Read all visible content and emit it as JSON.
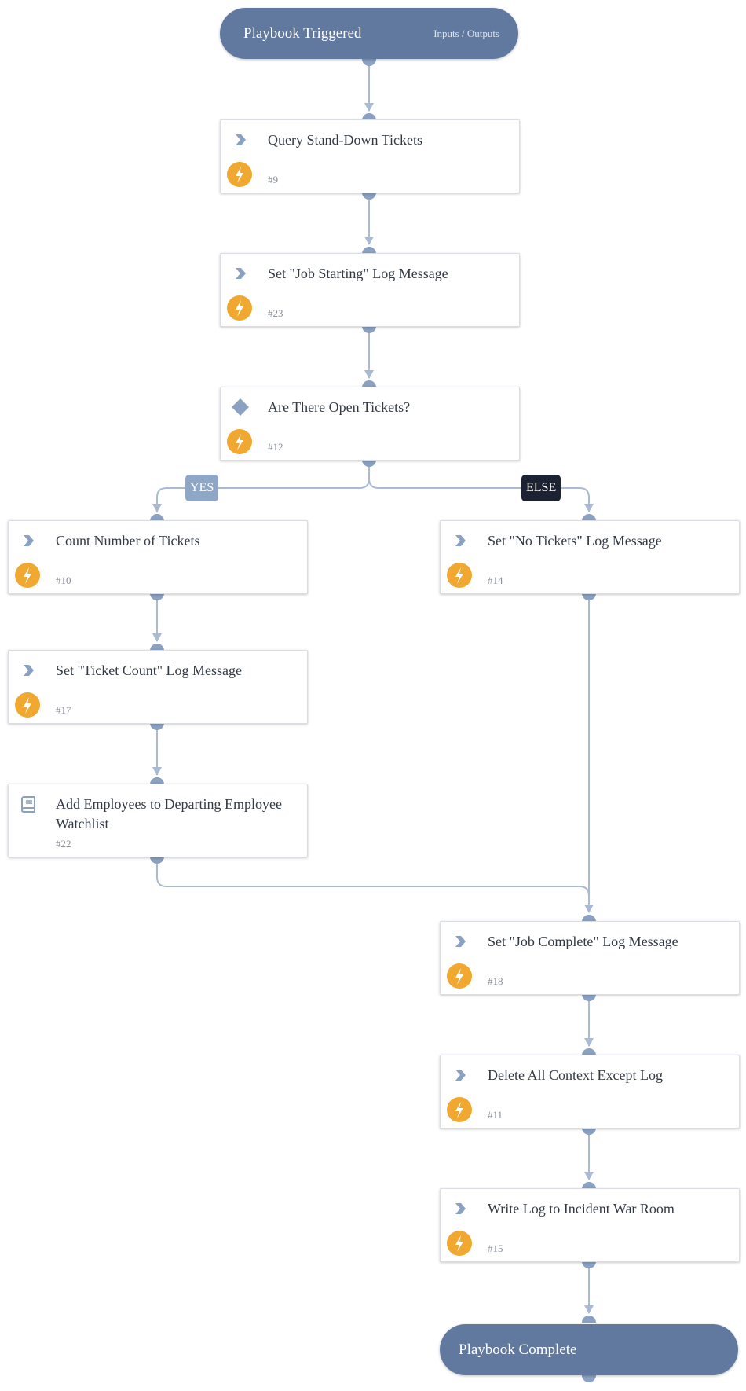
{
  "start": {
    "title": "Playbook Triggered",
    "io_label": "Inputs / Outputs"
  },
  "end": {
    "title": "Playbook Complete"
  },
  "tasks": {
    "t9": {
      "name": "Query Stand-Down Tickets",
      "id": "#9",
      "icon": "chevron-icon"
    },
    "t23": {
      "name": "Set \"Job Starting\" Log Message",
      "id": "#23",
      "icon": "chevron-icon"
    },
    "t12": {
      "name": "Are There Open Tickets?",
      "id": "#12",
      "icon": "condition-diamond-icon"
    },
    "t10": {
      "name": "Count Number of Tickets",
      "id": "#10",
      "icon": "chevron-icon"
    },
    "t14": {
      "name": "Set \"No Tickets\" Log Message",
      "id": "#14",
      "icon": "chevron-icon"
    },
    "t17": {
      "name": "Set \"Ticket Count\" Log Message",
      "id": "#17",
      "icon": "chevron-icon"
    },
    "t22": {
      "name": "Add Employees to Departing Employee Watchlist",
      "id": "#22",
      "icon": "sub-playbook-book-icon"
    },
    "t18": {
      "name": "Set \"Job Complete\" Log Message",
      "id": "#18",
      "icon": "chevron-icon"
    },
    "t11": {
      "name": "Delete All Context Except Log",
      "id": "#11",
      "icon": "chevron-icon"
    },
    "t15": {
      "name": "Write Log to Incident War Room",
      "id": "#15",
      "icon": "chevron-icon"
    }
  },
  "branches": {
    "yes": "YES",
    "else": "ELSE"
  },
  "colors": {
    "header": "#62799f",
    "connector": "#a9bad2",
    "port": "#8aa1c1",
    "automation": "#f0a830",
    "else_badge": "#1c2231",
    "yes_badge": "#8fa7c6"
  }
}
